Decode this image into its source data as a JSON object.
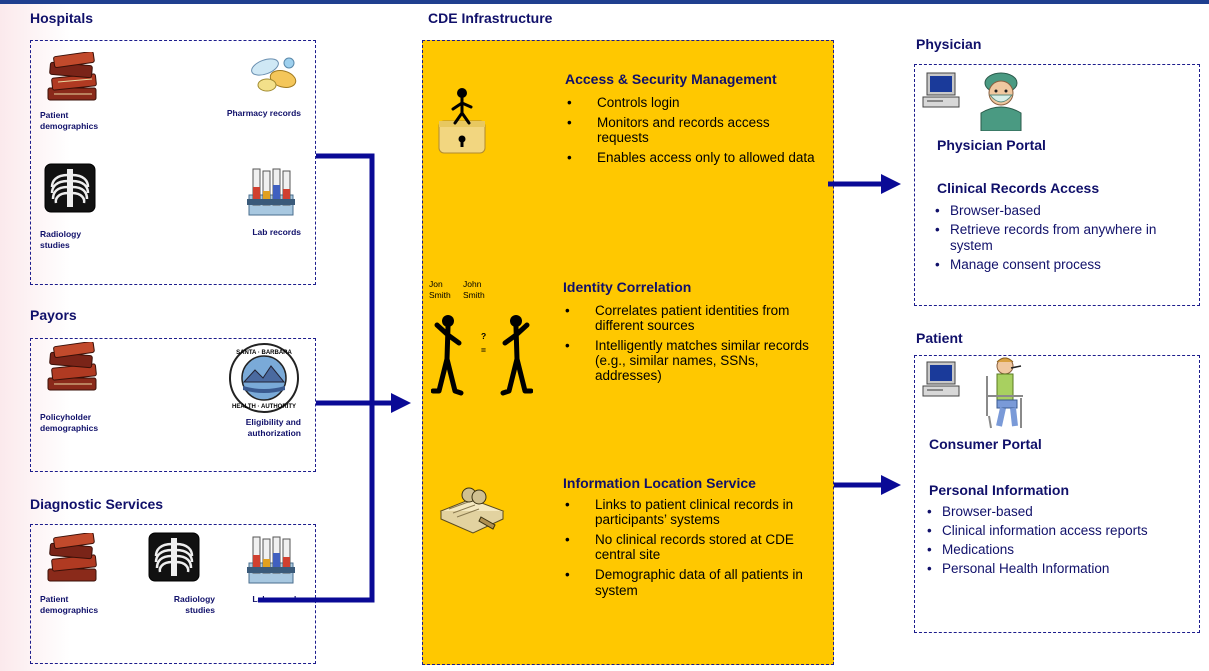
{
  "hospitals": {
    "title": "Hospitals",
    "patient_demographics": "Patient demographics",
    "pharmacy_records": "Pharmacy records",
    "radiology_studies": "Radiology studies",
    "lab_records": "Lab records"
  },
  "payors": {
    "title": "Payors",
    "policyholder_demographics": "Policyholder demographics",
    "eligibility": "Eligibility and authorization",
    "seal_text": "SANTA BARBARA HEALTH AUTHORITY"
  },
  "diagnostic": {
    "title": "Diagnostic Services",
    "patient_demographics": "Patient demographics",
    "radiology_studies": "Radiology studies",
    "lab_records": "Lab records"
  },
  "cde": {
    "title": "CDE Infrastructure",
    "access": {
      "title": "Access & Security Management",
      "items": [
        "Controls login",
        "Monitors and records access requests",
        "Enables access only to allowed data"
      ]
    },
    "identity": {
      "title": "Identity Correlation",
      "name_left": "Jon Smith",
      "name_right": "John Smith",
      "q1": "?",
      "q2": "=",
      "items": [
        "Correlates patient identities  from different sources",
        "Intelligently matches similar records (e.g., similar names, SSNs, addresses)"
      ]
    },
    "location": {
      "title": "Information Location Service",
      "items": [
        "Links to patient clinical records in participants’ systems",
        "No clinical records stored at CDE central site",
        "Demographic data of all patients in system"
      ]
    }
  },
  "physician": {
    "title": "Physician",
    "portal": "Physician Portal",
    "access_title": "Clinical Records Access",
    "items": [
      "Browser-based",
      "Retrieve records from anywhere in system",
      "Manage consent process"
    ]
  },
  "patient": {
    "title": "Patient",
    "portal": "Consumer Portal",
    "info_title": "Personal Information",
    "items": [
      "Browser-based",
      "Clinical information access reports",
      "Medications",
      "Personal Health Information"
    ]
  },
  "colors": {
    "navy": "#10106a",
    "arrow": "#0a0a96",
    "cde_fill": "#ffc800"
  }
}
